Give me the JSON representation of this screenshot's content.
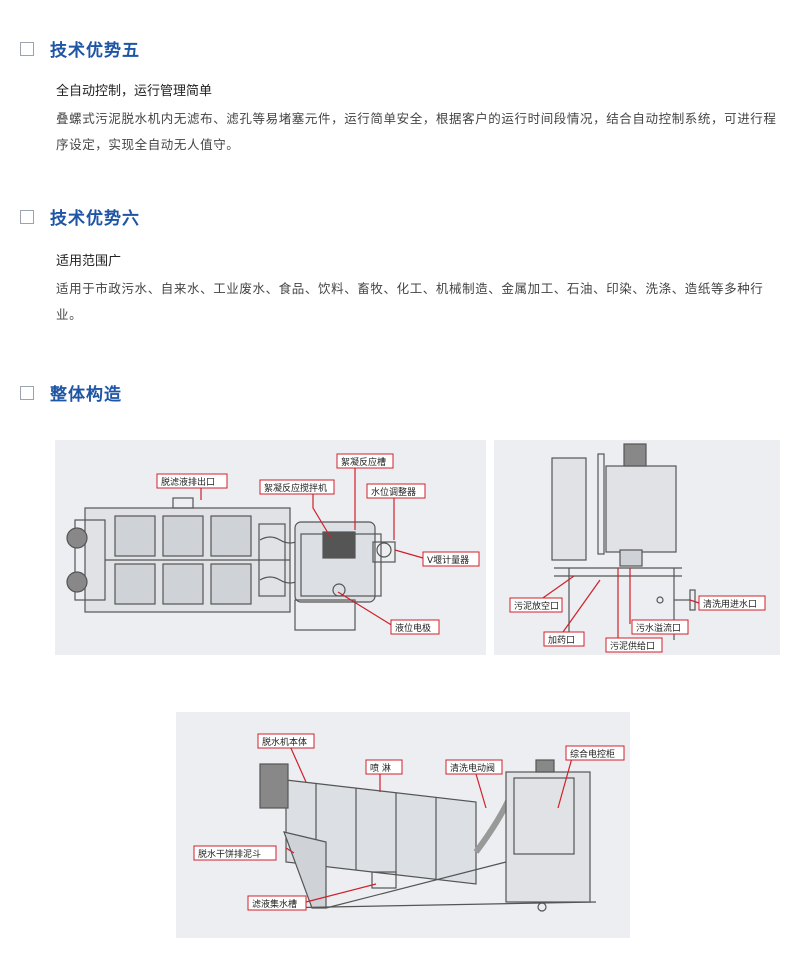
{
  "sections": [
    {
      "title": "技术优势五",
      "subtitle": "全自动控制，运行管理简单",
      "text": "叠螺式污泥脱水机内无滤布、滤孔等易堵塞元件，运行简单安全，根据客户的运行时间段情况，结合自动控制系统，可进行程序设定，实现全自动无人值守。"
    },
    {
      "title": "技术优势六",
      "subtitle": "适用范围广",
      "text": "适用于市政污水、自来水、工业废水、食品、饮料、畜牧、化工、机械制造、金属加工、石油、印染、洗涤、造纸等多种行业。"
    },
    {
      "title": "整体构造"
    }
  ],
  "diagram1": {
    "labels": {
      "outlet": "脱滤液排出口",
      "tank": "絮凝反应槽",
      "mixer": "絮凝反应搅拌机",
      "level_adj": "水位调整器",
      "v_meter": "V堰计量器",
      "electrode": "液位电极"
    }
  },
  "diagram2": {
    "labels": {
      "sludge_drain": "污泥放空口",
      "wash_inlet": "清洗用进水口",
      "dosing": "加药口",
      "overflow": "污水溢流口",
      "sludge_feed": "污泥供给口"
    }
  },
  "diagram3": {
    "labels": {
      "body": "脱水机本体",
      "spray": "喷 淋",
      "valve": "清洗电动阀",
      "panel": "综合电控柜",
      "hopper": "脱水干饼排泥斗",
      "filtrate": "滤液集水槽"
    }
  },
  "colors": {
    "title": "#1e55a5",
    "label_border": "#d0202a",
    "line": "#d0202a"
  }
}
